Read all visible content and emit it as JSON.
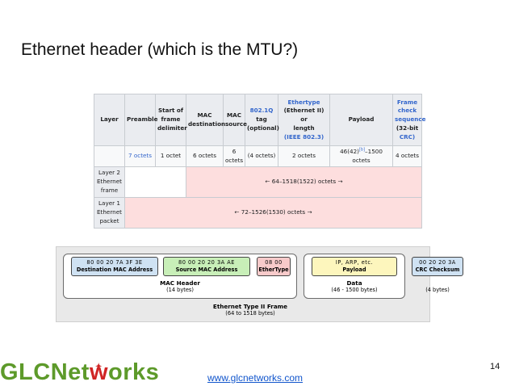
{
  "slide": {
    "title": "Ethernet header (which is the MTU?)",
    "page_number": "14"
  },
  "table": {
    "headers": {
      "layer": "Layer",
      "preamble": "Preamble",
      "sfd": [
        "Start of",
        "frame",
        "delimiter"
      ],
      "mac_dst": [
        "MAC",
        "destination"
      ],
      "mac_src": [
        "MAC",
        "source"
      ],
      "tag": [
        "802.1Q",
        "tag",
        "(optional)"
      ],
      "ethertype": [
        "Ethertype",
        "(Ethernet II) or",
        "length",
        "(IEEE 802.3)"
      ],
      "payload": "Payload",
      "fcs": [
        "Frame",
        "check",
        "sequence",
        "(32-bit",
        "CRC)"
      ]
    },
    "sizes": {
      "preamble": "7 octets",
      "sfd": "1 octet",
      "mac_dst": "6 octets",
      "mac_src": [
        "6",
        "octets"
      ],
      "tag": "(4 octets)",
      "ethertype": "2 octets",
      "payload_pre": "46(42)",
      "payload_note": "[b]",
      "payload_post": "–1500 octets",
      "fcs": "4 octets"
    },
    "layer2": {
      "label": [
        "Layer 2",
        "Ethernet",
        "frame"
      ],
      "span": "← 64–1518(1522) octets →"
    },
    "layer1": {
      "label": [
        "Layer 1",
        "Ethernet",
        "packet"
      ],
      "span": "← 72–1526(1530) octets →"
    }
  },
  "diagram": {
    "fields": {
      "dst": {
        "value": "80  00  20  7A  3F  3E",
        "label": "Destination MAC Address"
      },
      "src": {
        "value": "80  00  20  20  3A  AE",
        "label": "Source MAC Address"
      },
      "type": {
        "value": "08  00",
        "label": "EtherType"
      },
      "payload": {
        "value": "IP, ARP, etc.",
        "label": "Payload"
      },
      "crc": {
        "value": "00  20  20  3A",
        "label": "CRC Checksum"
      }
    },
    "captions": {
      "mac_header": {
        "title": "MAC Header",
        "sub": "(14 bytes)"
      },
      "data": {
        "title": "Data",
        "sub": "(46 - 1500 bytes)"
      },
      "crc": {
        "sub": "(4 bytes)"
      },
      "frame": {
        "title": "Ethernet Type II Frame",
        "sub": "(64 to 1518 bytes)"
      }
    },
    "colors": {
      "dst": "#cfe2f3",
      "src": "#c8efb8",
      "type": "#f7caca",
      "payload": "#fdf6bd",
      "crc": "#cfe2f3"
    }
  },
  "footer": {
    "logo_a": "GLCNet",
    "logo_b": "w",
    "logo_c": "orks",
    "url": "www.glcnetworks.com"
  }
}
